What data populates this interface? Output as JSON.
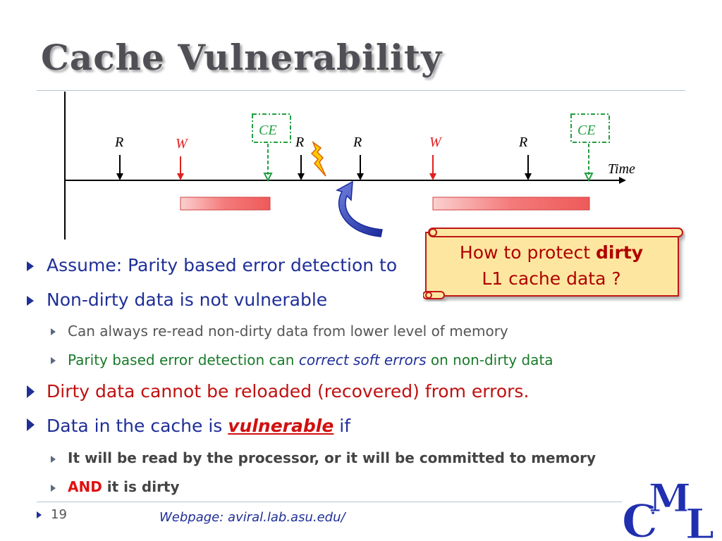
{
  "title": "Cache Vulnerability",
  "timeline": {
    "time_label": "Time",
    "events": [
      {
        "label": "R",
        "kind": "read"
      },
      {
        "label": "W",
        "kind": "write"
      },
      {
        "label": "CE",
        "kind": "cache-eviction"
      },
      {
        "label": "R",
        "kind": "read"
      },
      {
        "label": "R",
        "kind": "read"
      },
      {
        "label": "W",
        "kind": "write"
      },
      {
        "label": "R",
        "kind": "read"
      },
      {
        "label": "CE",
        "kind": "cache-eviction"
      }
    ],
    "colors": {
      "read": "#000000",
      "write": "#e02020",
      "eviction": "#20a040",
      "vulnerable_bar": "#f06a6a"
    }
  },
  "callout": {
    "line1_prefix": "How to protect ",
    "line1_bold": "dirty",
    "line2": "L1 cache data ?"
  },
  "bullets": {
    "b1": "Assume: Parity based error detection to",
    "b2": "Non-dirty data is not vulnerable",
    "b2a": "Can always re-read non-dirty data from lower level of memory",
    "b2b_prefix": "Parity based error detection can ",
    "b2b_em": "correct soft errors",
    "b2b_suffix": " on non-dirty data",
    "b3": "Dirty data cannot be reloaded (recovered) from errors.",
    "b4_prefix": "Data in the cache is ",
    "b4_em": "vulnerable",
    "b4_suffix": " if",
    "b4a": "It will be read by the processor, or it will be committed to memory",
    "b4b_and": "AND",
    "b4b_rest": " it is dirty"
  },
  "footer": {
    "page_number": "19",
    "webpage": "Webpage: aviral.lab.asu.edu/"
  },
  "logo": {
    "c": "C",
    "m": "M",
    "l": "L",
    "color": "#1f2fb0"
  }
}
